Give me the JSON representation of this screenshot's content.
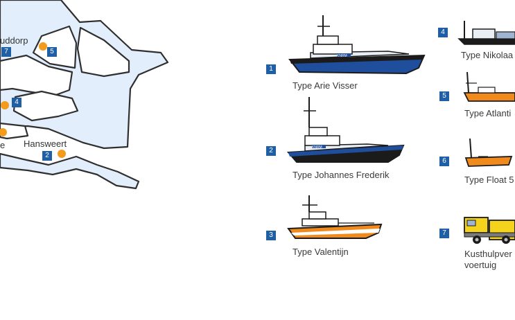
{
  "colors": {
    "water": "#e2eefb",
    "land": "#ffffff",
    "outline": "#2f2f2f",
    "station_dot": "#f29b1d",
    "badge": "#1f5fa6",
    "hull_blue": "#1f4e9c",
    "hull_dark": "#1b1b1b",
    "hull_orange": "#f08a1c",
    "truck_yellow": "#f5d21c"
  },
  "map": {
    "place_labels": [
      "uddorp",
      "Hansweert",
      "e"
    ],
    "station_badges": [
      "7",
      "5",
      "4",
      "2"
    ]
  },
  "vessels": [
    {
      "number": "1",
      "label": "Type Arie Visser",
      "icon": "lifeboat-large-icon"
    },
    {
      "number": "2",
      "label": "Type Johannes Frederik",
      "icon": "lifeboat-large-icon"
    },
    {
      "number": "3",
      "label": "Type Valentijn",
      "icon": "lifeboat-medium-icon"
    },
    {
      "number": "4",
      "label": "Type Nikolaa",
      "icon": "rib-cabin-icon"
    },
    {
      "number": "5",
      "label": "Type Atlanti",
      "icon": "rib-boat-icon"
    },
    {
      "number": "6",
      "label": "Type Float 5",
      "icon": "float-boat-icon"
    },
    {
      "number": "7",
      "label_line1": "Kusthulpver",
      "label_line2": "voertuig",
      "icon": "rescue-truck-icon"
    }
  ],
  "boat_text": {
    "knrm": "KNRM"
  }
}
